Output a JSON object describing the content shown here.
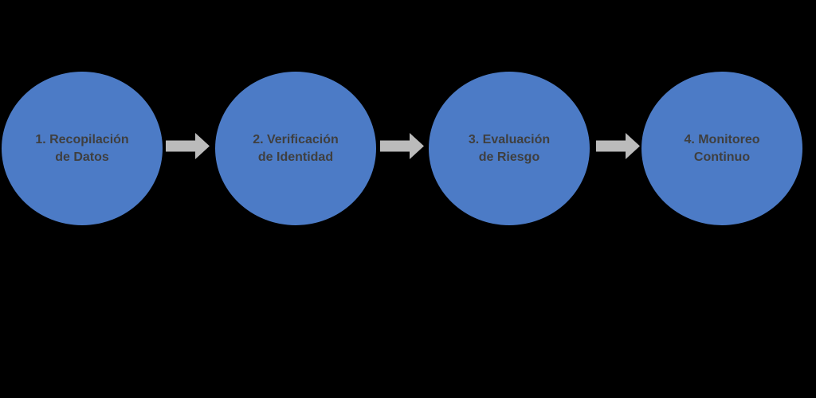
{
  "diagram": {
    "type": "process-flow",
    "direction": "left-to-right",
    "steps": [
      {
        "label": "1. Recopilación de Datos",
        "line1": "1. Recopilación",
        "line2": "de Datos"
      },
      {
        "label": "2. Verificación de Identidad",
        "line1": "2. Verificación",
        "line2": "de Identidad"
      },
      {
        "label": "3. Evaluación de Riesgo",
        "line1": "3. Evaluación",
        "line2": "de Riesgo"
      },
      {
        "label": "4. Monitoreo Continuo",
        "line1": "4. Monitoreo",
        "line2": "Continuo"
      }
    ],
    "connector_icon": "arrow-right-icon"
  },
  "colors": {
    "background": "#000000",
    "circle_fill": "#4C7BC6",
    "arrow_fill": "#BBBBBB",
    "text_color": "#3F3F3F"
  }
}
